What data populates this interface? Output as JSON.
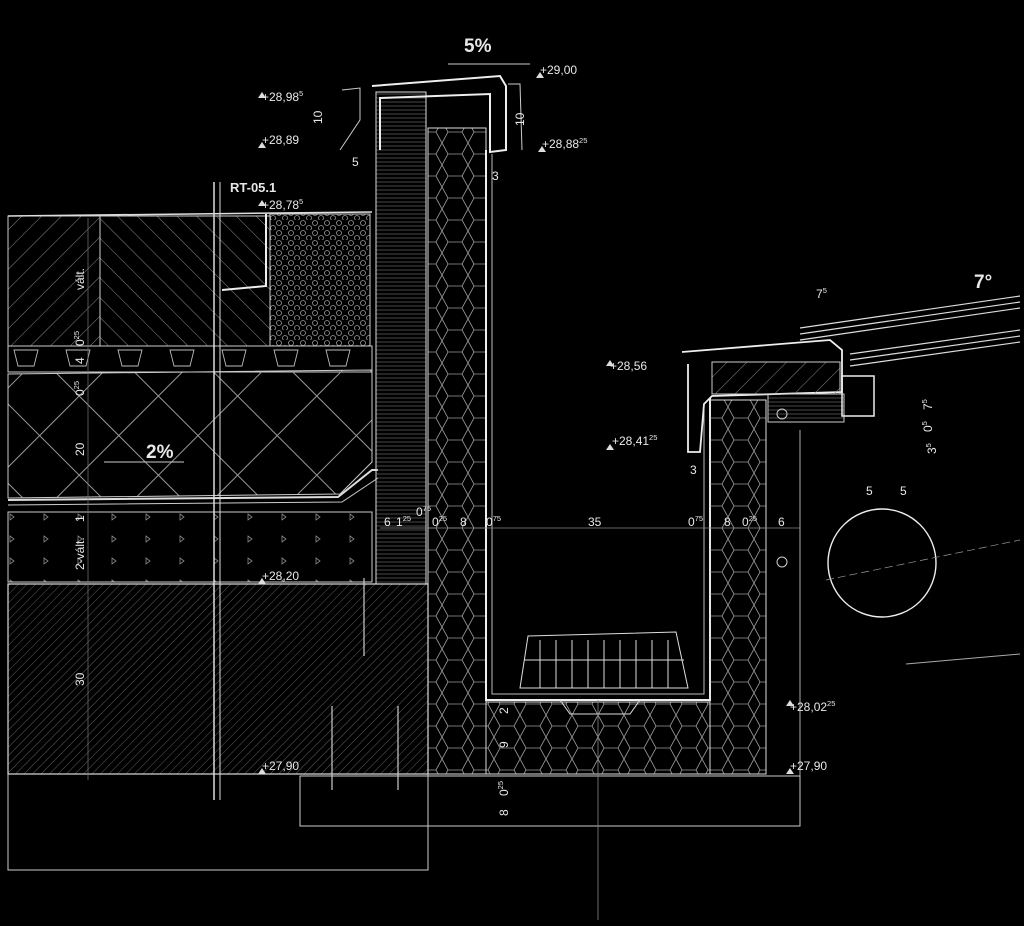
{
  "colors": {
    "background": "#000000",
    "line": "#dcdcdc",
    "hatch": "#8a8a8a",
    "text": "#e8e8e8"
  },
  "slopes": {
    "top": "5%",
    "roof_left": "2%",
    "roof_right": "7°"
  },
  "section_tag": "RT-05.1",
  "levels": {
    "l2900": {
      "main": "+29,00",
      "sup": ""
    },
    "l2898": {
      "main": "+28,98",
      "sup": "5"
    },
    "l2889": {
      "main": "+28,89",
      "sup": ""
    },
    "l28882": {
      "main": "+28,88",
      "sup": "25"
    },
    "l2878": {
      "main": "+28,78",
      "sup": "5"
    },
    "l2856": {
      "main": "+28,56",
      "sup": ""
    },
    "l2841": {
      "main": "+28,41",
      "sup": "25"
    },
    "l2820": {
      "main": "+28,20",
      "sup": ""
    },
    "l2802": {
      "main": "+28,02",
      "sup": "25"
    },
    "l2790a": {
      "main": "+27,90",
      "sup": ""
    },
    "l2790b": {
      "main": "+27,90",
      "sup": ""
    }
  },
  "dimensions": {
    "d10a": "10",
    "d10b": "10",
    "d5": "5",
    "d3a": "3",
    "d3b": "3",
    "d6a": "6",
    "d1": "1",
    "d25a": "25",
    "d0a": "0",
    "d75a": "75",
    "d0b": "0",
    "d25b": "25",
    "d8a": "8",
    "d0c": "0",
    "d75b": "75",
    "d35": "35",
    "d0d": "0",
    "d75c": "75",
    "d8b": "8",
    "d0e": "0",
    "d25c": "25",
    "d6b": "6",
    "d7": "7",
    "d5sup": "5",
    "d5a": "5",
    "d5b": "5",
    "d7b": "7",
    "d5c": "5",
    "d0f": "0",
    "d5d": "5",
    "d3c": "3",
    "d5e": "5",
    "v_valt1": "vált.",
    "v_0a": "0",
    "v_25a": "25",
    "v_4": "4",
    "v_0b": "0",
    "v_25b": "25",
    "v_20": "20",
    "v_1": "1",
    "v_valt2": "2-vált.",
    "v_30": "30",
    "v_2": "2",
    "v_9": "9",
    "v_8": "8",
    "v_0c": "0",
    "v_25c": "25"
  }
}
